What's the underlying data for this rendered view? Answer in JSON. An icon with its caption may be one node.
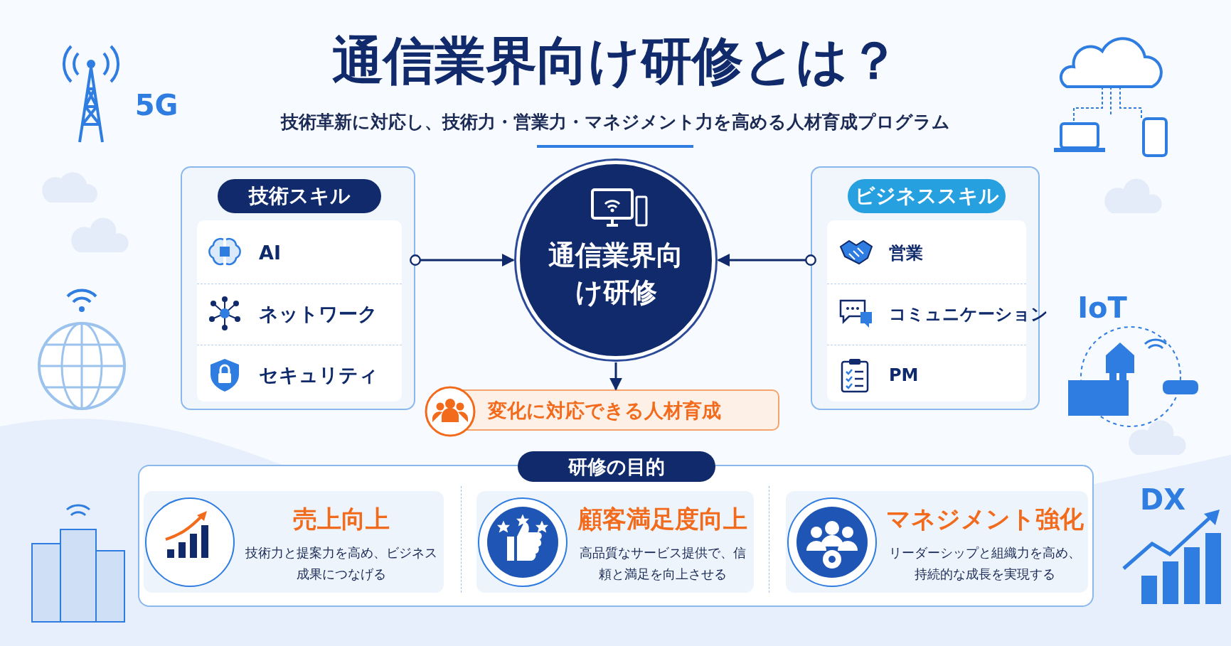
{
  "diagram": {
    "title": "通信業界向け研修とは？",
    "nodes": [
      {
        "text": [
          "技術スキル",
          "AI",
          "ネットワーク",
          "セキュリティ"
        ]
      },
      {
        "text": [
          "通信業界向け研修"
        ]
      },
      {
        "text": [
          "ビジネススキル",
          "営業",
          "コミュニケーション",
          "PM"
        ]
      },
      {
        "text": [
          "変化に対応できる人材育成"
        ]
      },
      {
        "text": [
          "研修の目的"
        ]
      },
      {
        "text": [
          "売上向上",
          "技術力と提案力を高め、ビジネス成果につなげる"
        ],
        "in": 4
      },
      {
        "text": [
          "顧客満足度向上",
          "高品質なサービス提供で、信頼と満足を向上させる"
        ],
        "in": 4
      },
      {
        "text": [
          "マネジメント強化",
          "リーダーシップと組織力を高め、持続的な成長を実現する"
        ],
        "in": 4
      }
    ],
    "edges": [
      {
        "from": 0,
        "to": 1,
        "arrow": "to"
      },
      {
        "from": 2,
        "to": 1,
        "arrow": "to"
      },
      {
        "from": 1,
        "to": 3,
        "arrow": "to"
      }
    ],
    "labels": [
      "技術革新に対応し、技術力・営業力・マネジメント力を高める人材育成プログラム",
      "5G",
      "IoT",
      "DX"
    ]
  }
}
